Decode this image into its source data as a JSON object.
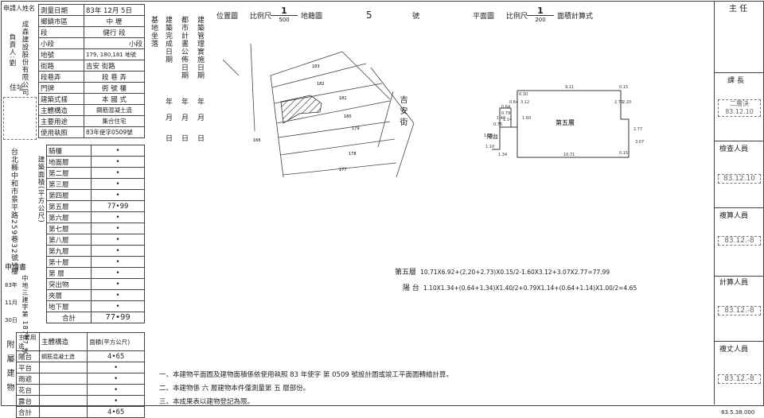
{
  "applicant": {
    "label_top": "申請人",
    "label_name": "姓名",
    "company": "成森建設股份有限公司",
    "rep": "負責人:劉",
    "label_addr": "住址",
    "addr": "台北縣中和市景平路259巷32號5樓",
    "reg_label": "申請書",
    "reg_date": [
      "83年",
      "11月",
      "30日"
    ],
    "reg_no": "中地三建字第 18787 號"
  },
  "survey": {
    "label": "測量日期",
    "date": "83年 12月 5日",
    "rows": [
      [
        "鄉鎮市區",
        "中 壢"
      ],
      [
        "段",
        "健行 段"
      ],
      [
        "小段",
        "小段"
      ],
      [
        "地號",
        "179, 180,181 地號"
      ],
      [
        "街路",
        "吉安 街路"
      ],
      [
        "段巷弄",
        "段 巷 弄"
      ],
      [
        "門牌",
        "衖 號 樓"
      ],
      [
        "建築式樣",
        "本 國 式"
      ],
      [
        "主體構造",
        "鋼筋混凝土造"
      ],
      [
        "主要用途",
        "集合住宅"
      ],
      [
        "使用執照",
        "83年使字0509號"
      ]
    ]
  },
  "area": {
    "side_label": "建築面積(平方公尺)",
    "floors": [
      [
        "騎樓",
        "•"
      ],
      [
        "地面層",
        "•"
      ],
      [
        "第二層",
        "•"
      ],
      [
        "第三層",
        "•"
      ],
      [
        "第四層",
        "•"
      ],
      [
        "第五層",
        "77•99"
      ],
      [
        "第六層",
        "•"
      ],
      [
        "第七層",
        "•"
      ],
      [
        "第八層",
        "•"
      ],
      [
        "第九層",
        "•"
      ],
      [
        "第十層",
        "•"
      ],
      [
        "第 層",
        "•"
      ],
      [
        "突出物",
        "•"
      ],
      [
        "夾層",
        "•"
      ],
      [
        "地下層",
        "•"
      ]
    ],
    "total_label": "合計",
    "total": "77•99"
  },
  "annex": {
    "side": "附屬建物",
    "h1": "主要用途",
    "h2": "主體構造",
    "h3": "面積(平方公尺)",
    "rows": [
      [
        "陽台",
        "鋼筋混凝土造",
        "4•65"
      ],
      [
        "平台",
        "",
        "•"
      ],
      [
        "雨遮",
        "",
        "•"
      ],
      [
        "花台",
        "",
        "•"
      ],
      [
        "露台",
        "",
        "•"
      ],
      [
        "合計",
        "",
        "4•65"
      ]
    ]
  },
  "dates": {
    "labels": [
      "基地坐落",
      "建築完成日期",
      "都市計畫公佈日期",
      "建築管理實施日期"
    ],
    "ymd": [
      "年",
      "月",
      "日"
    ]
  },
  "location_map": {
    "title": "位置圖",
    "scale_label": "比例尺",
    "scale_num": "1",
    "scale_den": "500",
    "sheet_label": "地籍圖",
    "sheet_no": "5",
    "sheet_suffix": "號",
    "lots": [
      "183",
      "182",
      "181",
      "180",
      "179",
      "178",
      "177",
      "166"
    ],
    "street": "吉安街"
  },
  "plan": {
    "title": "平面圖",
    "scale_label": "比例尺",
    "scale_num": "1",
    "scale_den": "200",
    "calc_label": "面積計算式",
    "room": "第五層",
    "balcony": "陽台",
    "dims": [
      "9.11",
      "0.15",
      "2.73",
      "2.20",
      "3.12",
      "1.60",
      "0.64",
      "0.79",
      "0.75",
      "1.14",
      "1.40",
      "1.00",
      "2.77",
      "3.07",
      "10.71",
      "1.34",
      "1.10",
      "0.64",
      "0.15",
      "0.30"
    ]
  },
  "formulas": [
    {
      "label": "第五層",
      "expr": "10.71X6.92+(2.20+2.73)X0.15/2-1.60X3.12+3.07X2.77=77.99"
    },
    {
      "label": "陽 台",
      "expr": "1.10X1.34+(0.64+1.34)X1.40/2+0.79X1.14+(0.64+1.14)X1.00/2=4.65"
    }
  ],
  "notes": [
    "一、本建物平面圖及建物面積係依使用執照 83 年使字 第 0509 號設計圖或竣工平面圖轉繪計算。",
    "二、本建物係 六 層建物本件僅測量第 五 層部份。",
    "三、本成果表以建物登記為限。"
  ],
  "sign": {
    "header": "主 任",
    "items": [
      {
        "label": "課 長",
        "stamp": "二層決 83.12.10"
      },
      {
        "label": "檢查人員",
        "stamp": "83.12.10"
      },
      {
        "label": "複算人員",
        "stamp": "83.12.-8"
      },
      {
        "label": "計算人員",
        "stamp": "83.12.-8"
      },
      {
        "label": "複丈人員",
        "stamp": "83.12.-8"
      }
    ],
    "footer": "83.5.38.000"
  }
}
